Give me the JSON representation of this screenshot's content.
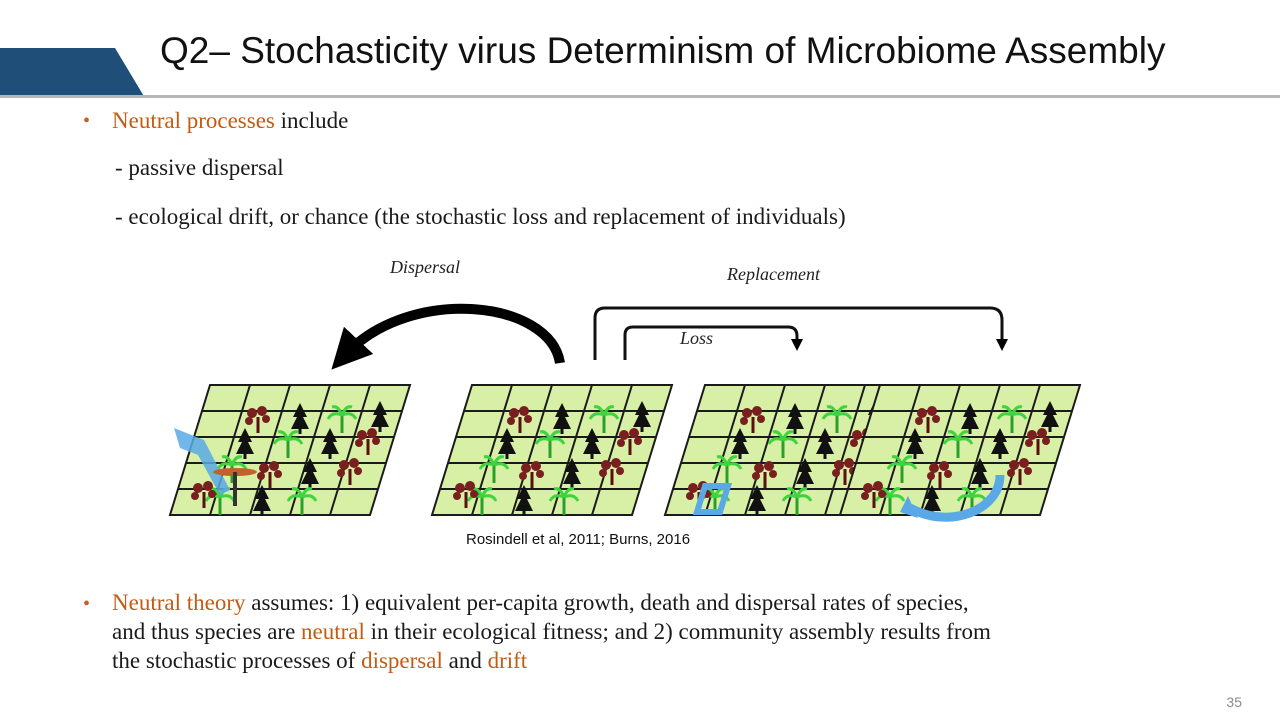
{
  "slide": {
    "title": "Q2– Stochasticity virus Determinism of Microbiome Assembly",
    "page_number": "35",
    "accent_color": "#c55a11",
    "header_color": "#1f4e79"
  },
  "bullet1": {
    "highlight": "Neutral processes",
    "rest": " include",
    "sub_items": [
      "- passive dispersal",
      "- ecological drift, or chance (the stochastic loss and replacement of individuals)"
    ]
  },
  "figure": {
    "label_dispersal": "Dispersal",
    "label_replacement": "Replacement",
    "label_loss": "Loss",
    "citation": "Rosindell et al, 2011; Burns, 2016"
  },
  "bullet2": {
    "line_a_highlight": "Neutral theory",
    "line_a_rest": " assumes: 1)   equivalent per-capita growth, death and dispersal rates of species,",
    "line_b_pre": "and thus species are ",
    "line_b_highlight": "neutral",
    "line_b_post": " in their ecological fitness;  and 2) community assembly results from",
    "line_c_pre": "the stochastic processes of ",
    "line_c_highlight1": "dispersal",
    "line_c_mid": " and ",
    "line_c_highlight2": "drift"
  }
}
